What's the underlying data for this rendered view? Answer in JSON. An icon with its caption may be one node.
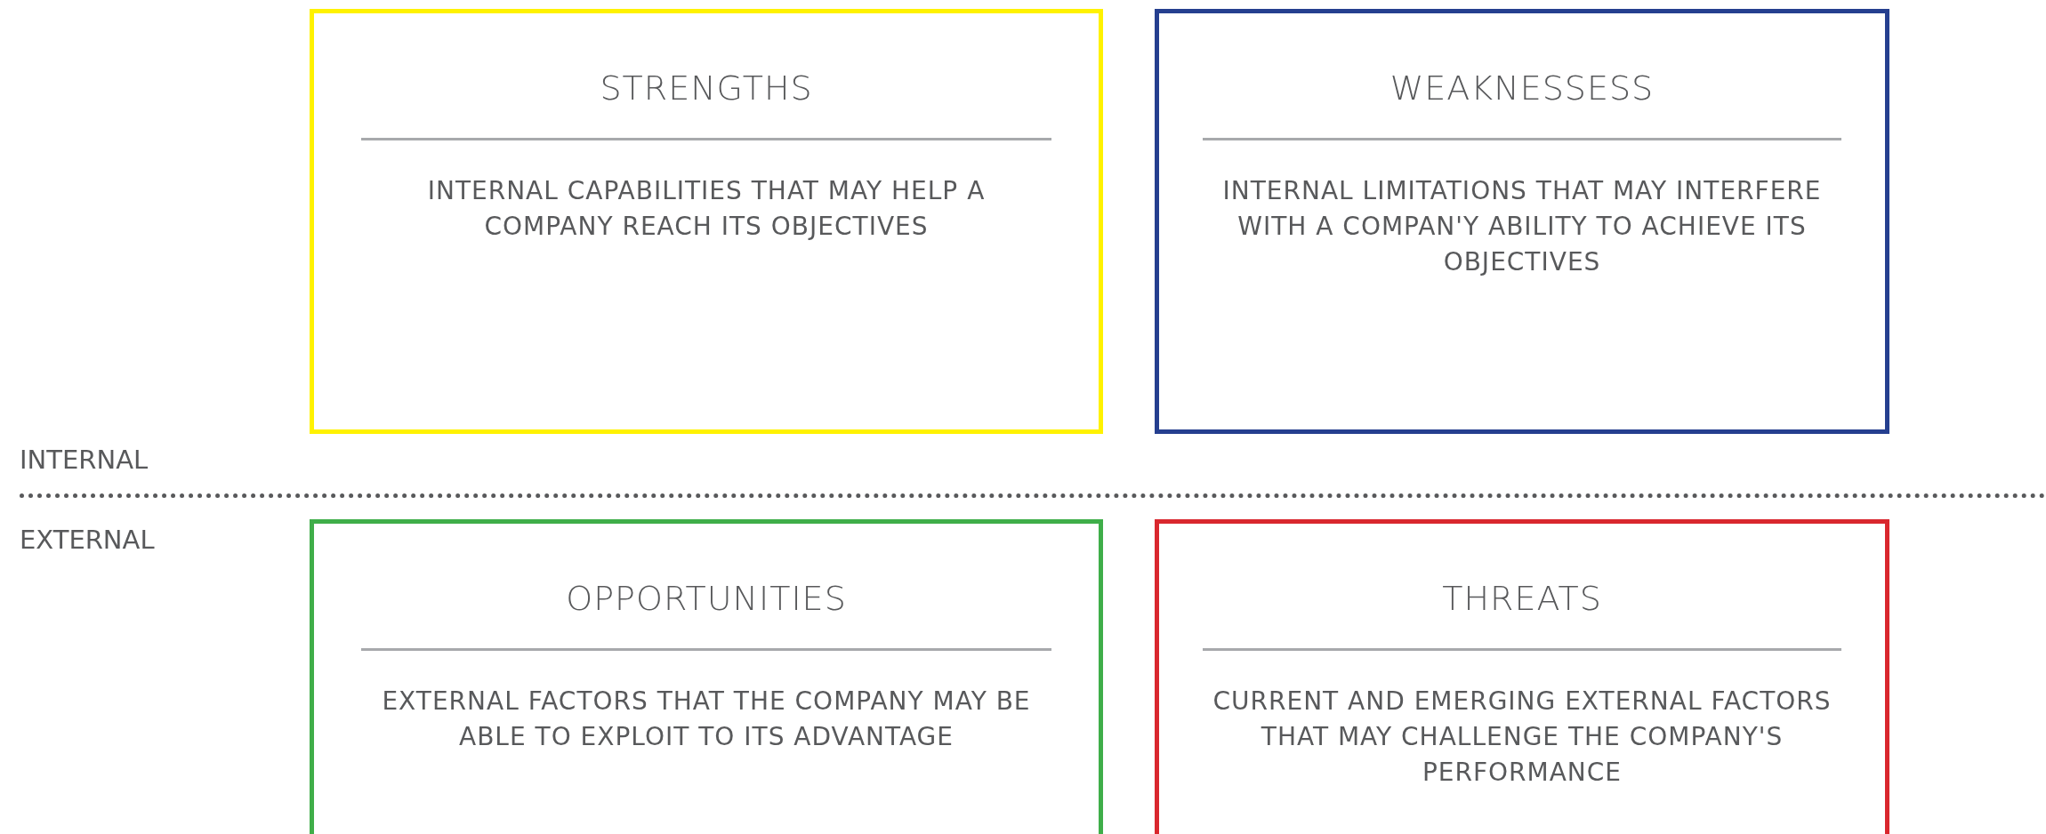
{
  "diagram": {
    "nodes": [
      {
        "text": [
          "STRENGTHS",
          "INTERNAL CAPABILITIES THAT MAY HELP A COMPANY REACH ITS OBJECTIVES"
        ]
      },
      {
        "text": [
          "WEAKNESSESS",
          "INTERNAL LIMITATIONS THAT MAY INTERFERE WITH A COMPAN'Y ABILITY TO ACHIEVE ITS OBJECTIVES"
        ]
      },
      {
        "text": [
          "OPPORTUNITIES",
          "EXTERNAL FACTORS THAT THE COMPANY MAY BE ABLE TO EXPLOIT TO ITS ADVANTAGE"
        ]
      },
      {
        "text": [
          "THREATS",
          "CURRENT AND EMERGING EXTERNAL FACTORS THAT MAY CHALLENGE THE COMPANY'S PERFORMANCE"
        ]
      }
    ],
    "edges": [],
    "labels": [
      "INTERNAL",
      "EXTERNAL"
    ]
  }
}
